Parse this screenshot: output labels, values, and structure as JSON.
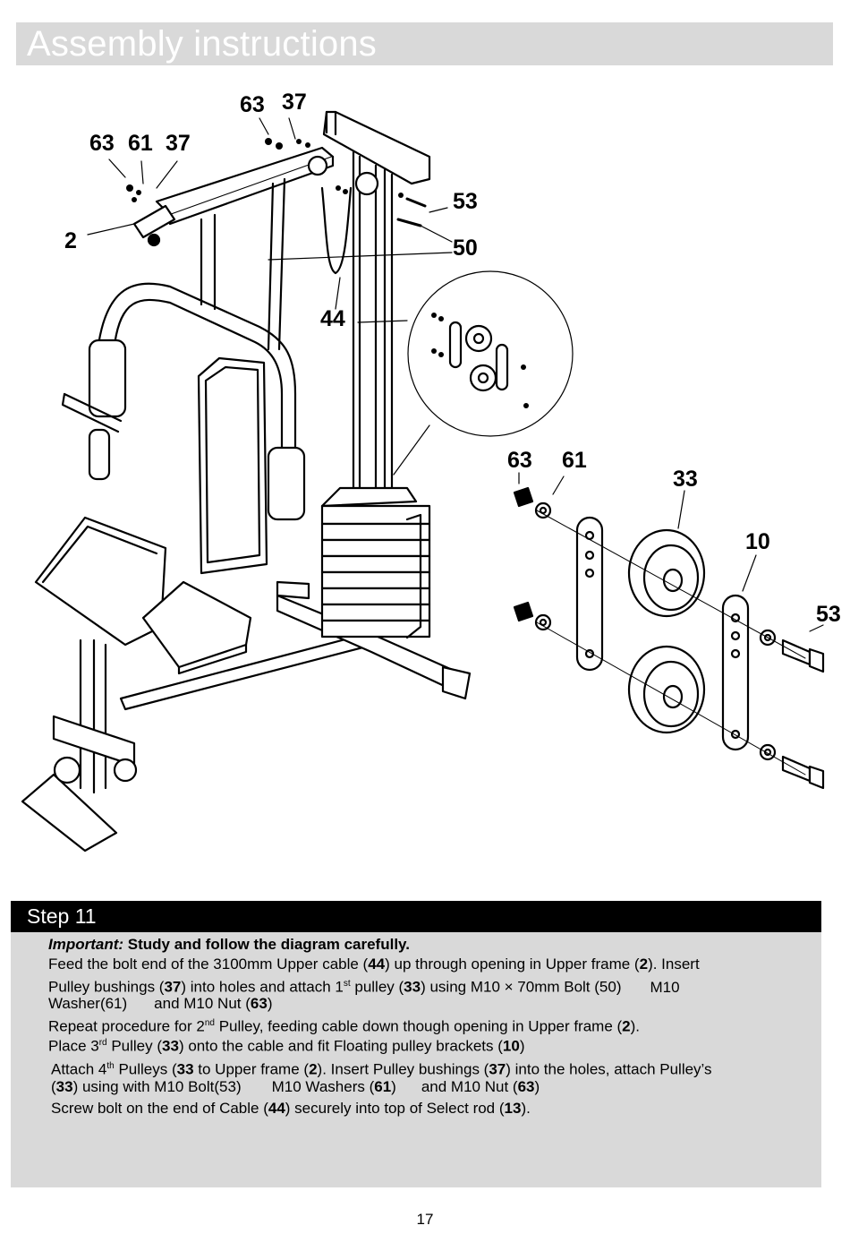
{
  "header": {
    "title": "Assembly instructions"
  },
  "diagram": {
    "callouts": {
      "c63a": "63",
      "c37a": "37",
      "c63b": "63",
      "c61b": "61",
      "c37b": "37",
      "c2": "2",
      "c53a": "53",
      "c50": "50",
      "c44": "44",
      "c63c": "63",
      "c61c": "61",
      "c33": "33",
      "c10": "10",
      "c53b": "53"
    }
  },
  "step": {
    "label": "Step 11",
    "important_label": "Important:",
    "important_text": "Study and follow the diagram carefully.",
    "p1": {
      "a": "Feed the bolt end of the 3100mm Upper cable (",
      "b": "44",
      "c": ") up through opening in Upper frame (",
      "d": "2",
      "e": "). Insert"
    },
    "p2": {
      "a": "Pulley bushings (",
      "b": "37",
      "c": ") into holes and attach 1",
      "sup": "st",
      "d": " pulley (",
      "e": "33",
      "f": ") using M10 × 70mm Bolt (50)",
      "g": "M10"
    },
    "p3": {
      "a": "Washer(61)",
      "b": "and M10 Nut (",
      "c": "63",
      "d": ")"
    },
    "p4": {
      "a": "Repeat procedure for 2",
      "sup": "nd",
      "b": " Pulley, feeding cable down though opening in Upper frame (",
      "c": "2",
      "d": ")."
    },
    "p5": {
      "a": "Place 3",
      "sup": "rd",
      "b": " Pulley (",
      "c": "33",
      "d": ") onto the cable and fit Floating pulley brackets (",
      "e": "10",
      "f": ")"
    },
    "p6": {
      "a": "Attach 4",
      "sup": "th",
      "b": " Pulleys (",
      "c": "33",
      "d": " to Upper frame (",
      "e": "2",
      "f": "). Insert Pulley bushings (",
      "g": "37",
      "h": ") into the holes, attach Pulley’s"
    },
    "p7": {
      "a": "(",
      "b": "33",
      "c": ") using with M10 Bolt(53)",
      "d": "M10 Washers (",
      "e": "61",
      "f": ")",
      "g": "and M10 Nut (",
      "h": "63",
      "i": ")"
    },
    "p8": {
      "a": "Screw bolt on the end of Cable (",
      "b": "44",
      "c": ") securely into top of Select rod (",
      "d": "13",
      "e": ")."
    }
  },
  "footer": {
    "page_number": "17"
  }
}
